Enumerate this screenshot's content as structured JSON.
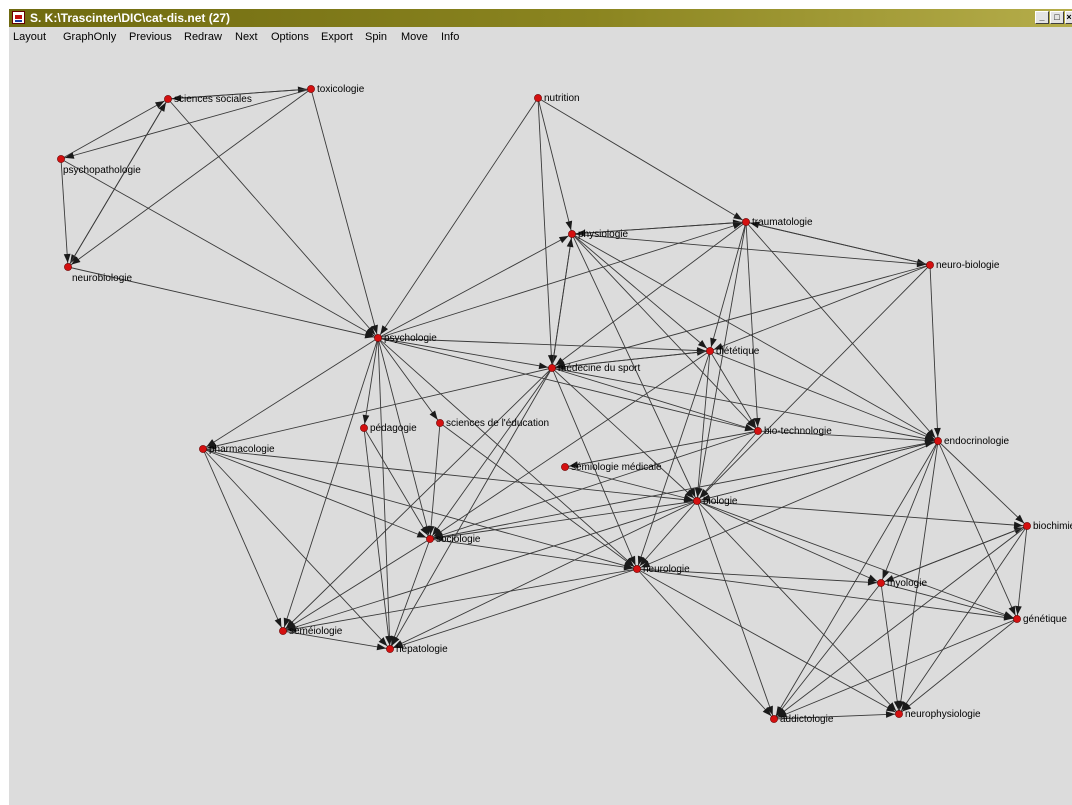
{
  "window": {
    "title": "S. K:\\Trascinter\\DIC\\cat-dis.net (27)",
    "controls": [
      "minimize",
      "maximize",
      "close"
    ]
  },
  "menu": [
    {
      "label": "Layout"
    },
    {
      "label": "GraphOnly"
    },
    {
      "label": "Previous"
    },
    {
      "label": "Redraw"
    },
    {
      "label": "Next"
    },
    {
      "label": "Options"
    },
    {
      "label": "Export"
    },
    {
      "label": "Spin"
    },
    {
      "label": "Move"
    },
    {
      "label": "Info"
    }
  ],
  "graph": {
    "node_color": "#d41010",
    "edge_color": "#3a3a3a",
    "background": "#dcdcdc",
    "nodes": [
      {
        "id": "sciences_sociales",
        "label": "sciences sociales"
      },
      {
        "id": "toxicologie",
        "label": "toxicologie"
      },
      {
        "id": "psychopathologie",
        "label": "psychopathologie"
      },
      {
        "id": "neurobiologie",
        "label": "neurobiologie"
      },
      {
        "id": "nutrition",
        "label": "nutrition"
      },
      {
        "id": "physiologie",
        "label": "physiologie"
      },
      {
        "id": "traumatologie",
        "label": "traumatologie"
      },
      {
        "id": "neuro_biologie",
        "label": "neuro-biologie"
      },
      {
        "id": "psychologie",
        "label": "psychologie"
      },
      {
        "id": "dietetique",
        "label": "diététique"
      },
      {
        "id": "medecine_du_sport",
        "label": "médecine du sport"
      },
      {
        "id": "pedagogie",
        "label": "pédagogie"
      },
      {
        "id": "sciences_education",
        "label": "sciences de l'éducation"
      },
      {
        "id": "bio_technologie",
        "label": "bio-technologie"
      },
      {
        "id": "endocrinologie",
        "label": "endocrinologie"
      },
      {
        "id": "pharmacologie",
        "label": "pharmacologie"
      },
      {
        "id": "semiologie_medicale",
        "label": "sémiologie médicale"
      },
      {
        "id": "biologie",
        "label": "biologie"
      },
      {
        "id": "biochimie",
        "label": "biochimie"
      },
      {
        "id": "sociologie",
        "label": "sociologie"
      },
      {
        "id": "neurologie",
        "label": "neurologie"
      },
      {
        "id": "myologie",
        "label": "myologie"
      },
      {
        "id": "genetique",
        "label": "génétique"
      },
      {
        "id": "semeiologie",
        "label": "séméiologie"
      },
      {
        "id": "hepatologie",
        "label": "hépatologie"
      },
      {
        "id": "addictologie",
        "label": "addictologie"
      },
      {
        "id": "neurophysiologie",
        "label": "neurophysiologie"
      }
    ],
    "edges": [
      [
        "sciences_sociales",
        "toxicologie"
      ],
      [
        "toxicologie",
        "sciences_sociales"
      ],
      [
        "psychopathologie",
        "sciences_sociales"
      ],
      [
        "sciences_sociales",
        "neurobiologie"
      ],
      [
        "toxicologie",
        "psychopathologie"
      ],
      [
        "toxicologie",
        "neurobiologie"
      ],
      [
        "psychopathologie",
        "neurobiologie"
      ],
      [
        "neurobiologie",
        "sciences_sociales"
      ],
      [
        "sciences_sociales",
        "psychologie"
      ],
      [
        "toxicologie",
        "psychologie"
      ],
      [
        "psychopathologie",
        "psychologie"
      ],
      [
        "neurobiologie",
        "psychologie"
      ],
      [
        "nutrition",
        "psychologie"
      ],
      [
        "nutrition",
        "physiologie"
      ],
      [
        "nutrition",
        "medecine_du_sport"
      ],
      [
        "nutrition",
        "traumatologie"
      ],
      [
        "physiologie",
        "traumatologie"
      ],
      [
        "traumatologie",
        "physiologie"
      ],
      [
        "physiologie",
        "neuro_biologie"
      ],
      [
        "traumatologie",
        "neuro_biologie"
      ],
      [
        "psychologie",
        "physiologie"
      ],
      [
        "psychologie",
        "traumatologie"
      ],
      [
        "psychologie",
        "dietetique"
      ],
      [
        "psychologie",
        "medecine_du_sport"
      ],
      [
        "psychologie",
        "pedagogie"
      ],
      [
        "psychologie",
        "sciences_education"
      ],
      [
        "psychologie",
        "pharmacologie"
      ],
      [
        "psychologie",
        "sociologie"
      ],
      [
        "psychologie",
        "semeiologie"
      ],
      [
        "psychologie",
        "hepatologie"
      ],
      [
        "psychologie",
        "neurologie"
      ],
      [
        "psychologie",
        "bio_technologie"
      ],
      [
        "physiologie",
        "medecine_du_sport"
      ],
      [
        "medecine_du_sport",
        "physiologie"
      ],
      [
        "physiologie",
        "dietetique"
      ],
      [
        "physiologie",
        "bio_technologie"
      ],
      [
        "physiologie",
        "endocrinologie"
      ],
      [
        "physiologie",
        "biologie"
      ],
      [
        "traumatologie",
        "medecine_du_sport"
      ],
      [
        "traumatologie",
        "dietetique"
      ],
      [
        "traumatologie",
        "bio_technologie"
      ],
      [
        "traumatologie",
        "biologie"
      ],
      [
        "traumatologie",
        "endocrinologie"
      ],
      [
        "neuro_biologie",
        "dietetique"
      ],
      [
        "neuro_biologie",
        "medecine_du_sport"
      ],
      [
        "neuro_biologie",
        "endocrinologie"
      ],
      [
        "neuro_biologie",
        "biologie"
      ],
      [
        "medecine_du_sport",
        "dietetique"
      ],
      [
        "dietetique",
        "medecine_du_sport"
      ],
      [
        "medecine_du_sport",
        "bio_technologie"
      ],
      [
        "medecine_du_sport",
        "endocrinologie"
      ],
      [
        "medecine_du_sport",
        "pharmacologie"
      ],
      [
        "medecine_du_sport",
        "sociologie"
      ],
      [
        "medecine_du_sport",
        "neurologie"
      ],
      [
        "medecine_du_sport",
        "semeiologie"
      ],
      [
        "medecine_du_sport",
        "hepatologie"
      ],
      [
        "medecine_du_sport",
        "biologie"
      ],
      [
        "dietetique",
        "biologie"
      ],
      [
        "dietetique",
        "bio_technologie"
      ],
      [
        "dietetique",
        "endocrinologie"
      ],
      [
        "dietetique",
        "sociologie"
      ],
      [
        "dietetique",
        "neurologie"
      ],
      [
        "pedagogie",
        "sociologie"
      ],
      [
        "pedagogie",
        "hepatologie"
      ],
      [
        "sciences_education",
        "sociologie"
      ],
      [
        "sciences_education",
        "neurologie"
      ],
      [
        "bio_technologie",
        "biologie"
      ],
      [
        "bio_technologie",
        "sociologie"
      ],
      [
        "bio_technologie",
        "endocrinologie"
      ],
      [
        "bio_technologie",
        "semiologie_medicale"
      ],
      [
        "endocrinologie",
        "biologie"
      ],
      [
        "endocrinologie",
        "sociologie"
      ],
      [
        "endocrinologie",
        "neurologie"
      ],
      [
        "endocrinologie",
        "biochimie"
      ],
      [
        "endocrinologie",
        "genetique"
      ],
      [
        "endocrinologie",
        "myologie"
      ],
      [
        "endocrinologie",
        "addictologie"
      ],
      [
        "endocrinologie",
        "neurophysiologie"
      ],
      [
        "pharmacologie",
        "semeiologie"
      ],
      [
        "pharmacologie",
        "hepatologie"
      ],
      [
        "pharmacologie",
        "biologie"
      ],
      [
        "pharmacologie",
        "sociologie"
      ],
      [
        "pharmacologie",
        "neurologie"
      ],
      [
        "semiologie_medicale",
        "biologie"
      ],
      [
        "biologie",
        "sociologie"
      ],
      [
        "biologie",
        "neurologie"
      ],
      [
        "biologie",
        "semeiologie"
      ],
      [
        "biologie",
        "hepatologie"
      ],
      [
        "biologie",
        "myologie"
      ],
      [
        "biologie",
        "biochimie"
      ],
      [
        "biologie",
        "genetique"
      ],
      [
        "biologie",
        "addictologie"
      ],
      [
        "biologie",
        "neurophysiologie"
      ],
      [
        "biologie",
        "endocrinologie"
      ],
      [
        "sociologie",
        "semeiologie"
      ],
      [
        "sociologie",
        "hepatologie"
      ],
      [
        "sociologie",
        "neurologie"
      ],
      [
        "neurologie",
        "semeiologie"
      ],
      [
        "neurologie",
        "hepatologie"
      ],
      [
        "neurologie",
        "myologie"
      ],
      [
        "neurologie",
        "genetique"
      ],
      [
        "neurologie",
        "addictologie"
      ],
      [
        "neurologie",
        "neurophysiologie"
      ],
      [
        "semeiologie",
        "hepatologie"
      ],
      [
        "myologie",
        "biochimie"
      ],
      [
        "biochimie",
        "myologie"
      ],
      [
        "myologie",
        "addictologie"
      ],
      [
        "myologie",
        "neurophysiologie"
      ],
      [
        "myologie",
        "genetique"
      ],
      [
        "biochimie",
        "genetique"
      ],
      [
        "biochimie",
        "addictologie"
      ],
      [
        "biochimie",
        "neurophysiologie"
      ],
      [
        "genetique",
        "addictologie"
      ],
      [
        "genetique",
        "neurophysiologie"
      ],
      [
        "addictologie",
        "neurophysiologie"
      ],
      [
        "neuro_biologie",
        "traumatologie"
      ]
    ]
  }
}
